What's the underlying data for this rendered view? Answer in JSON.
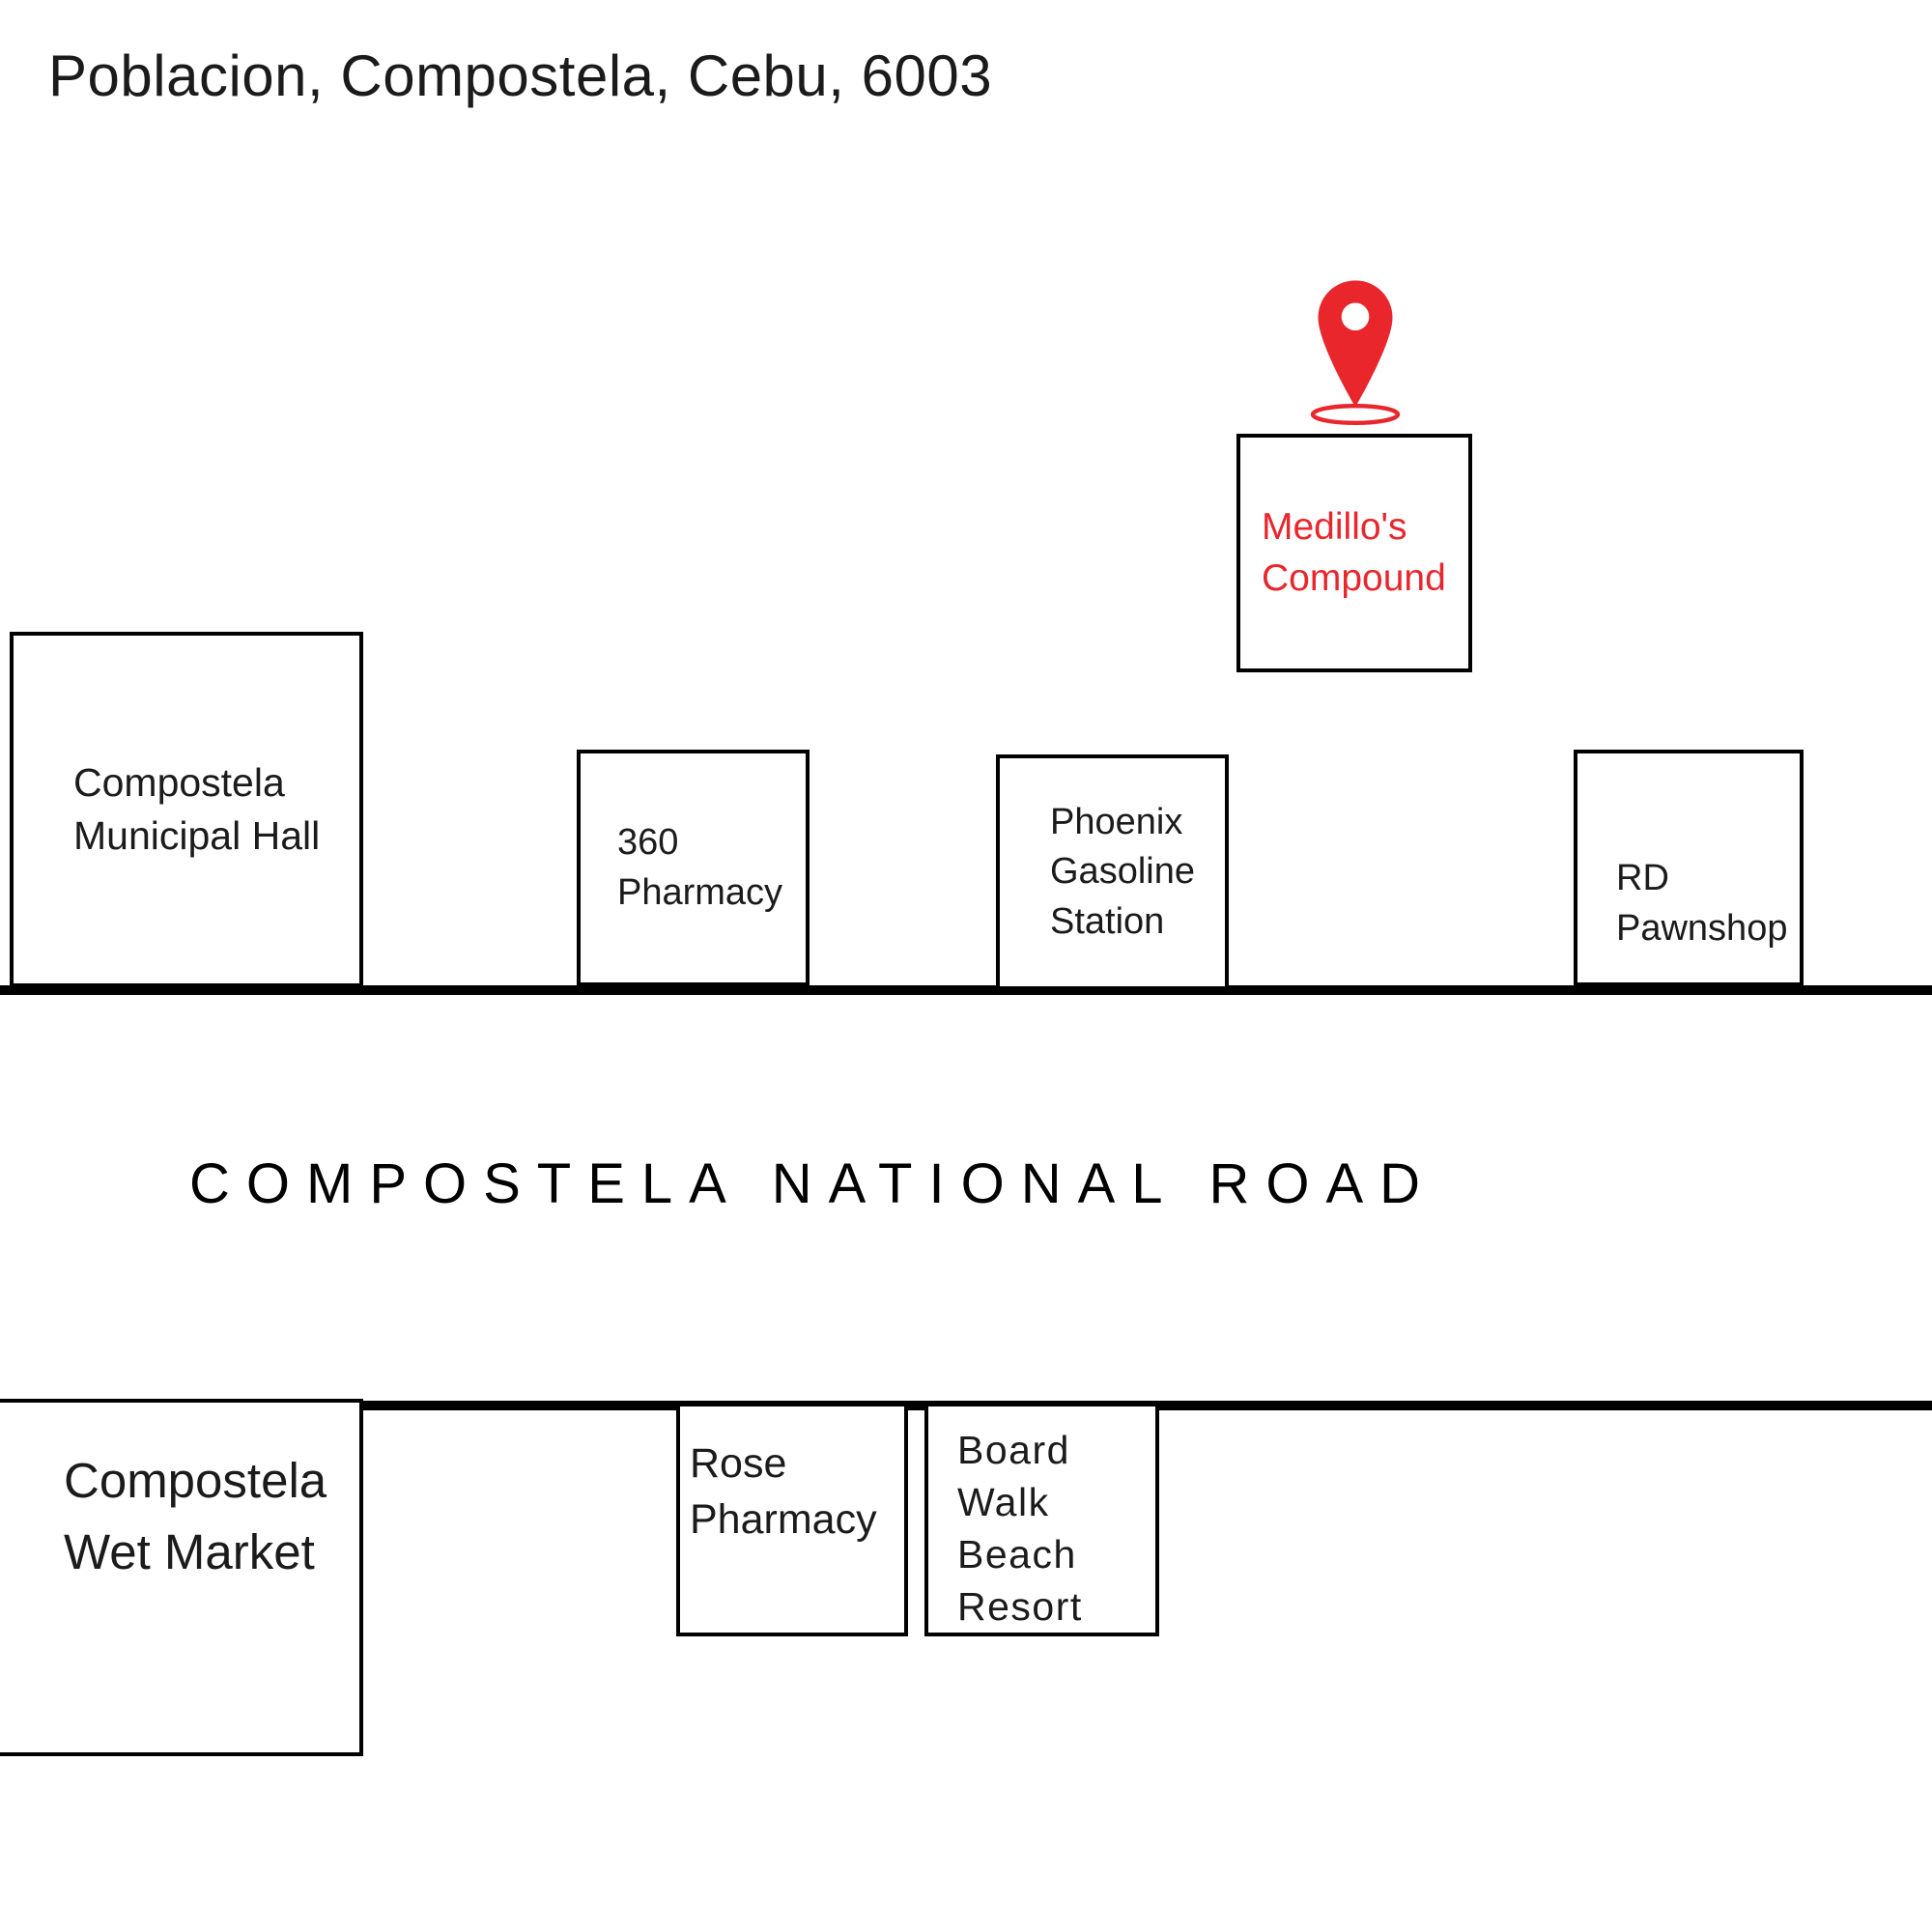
{
  "title": "Poblacion, Compostela, Cebu, 6003",
  "road": {
    "label": "COMPOSTELA NATIONAL ROAD"
  },
  "marker": {
    "label": "Medillo's Compound"
  },
  "colors": {
    "marker": "#e8262c",
    "line": "#000000"
  },
  "buildings": {
    "north": [
      {
        "label": "Compostela Municipal Hall"
      },
      {
        "label": "360 Pharmacy"
      },
      {
        "label": "Phoenix Gasoline Station"
      },
      {
        "label": "RD Pawnshop"
      }
    ],
    "south": [
      {
        "label": "Compostela Wet Market"
      },
      {
        "label": "Rose Pharmacy"
      },
      {
        "label": "Board Walk Beach Resort"
      }
    ]
  }
}
